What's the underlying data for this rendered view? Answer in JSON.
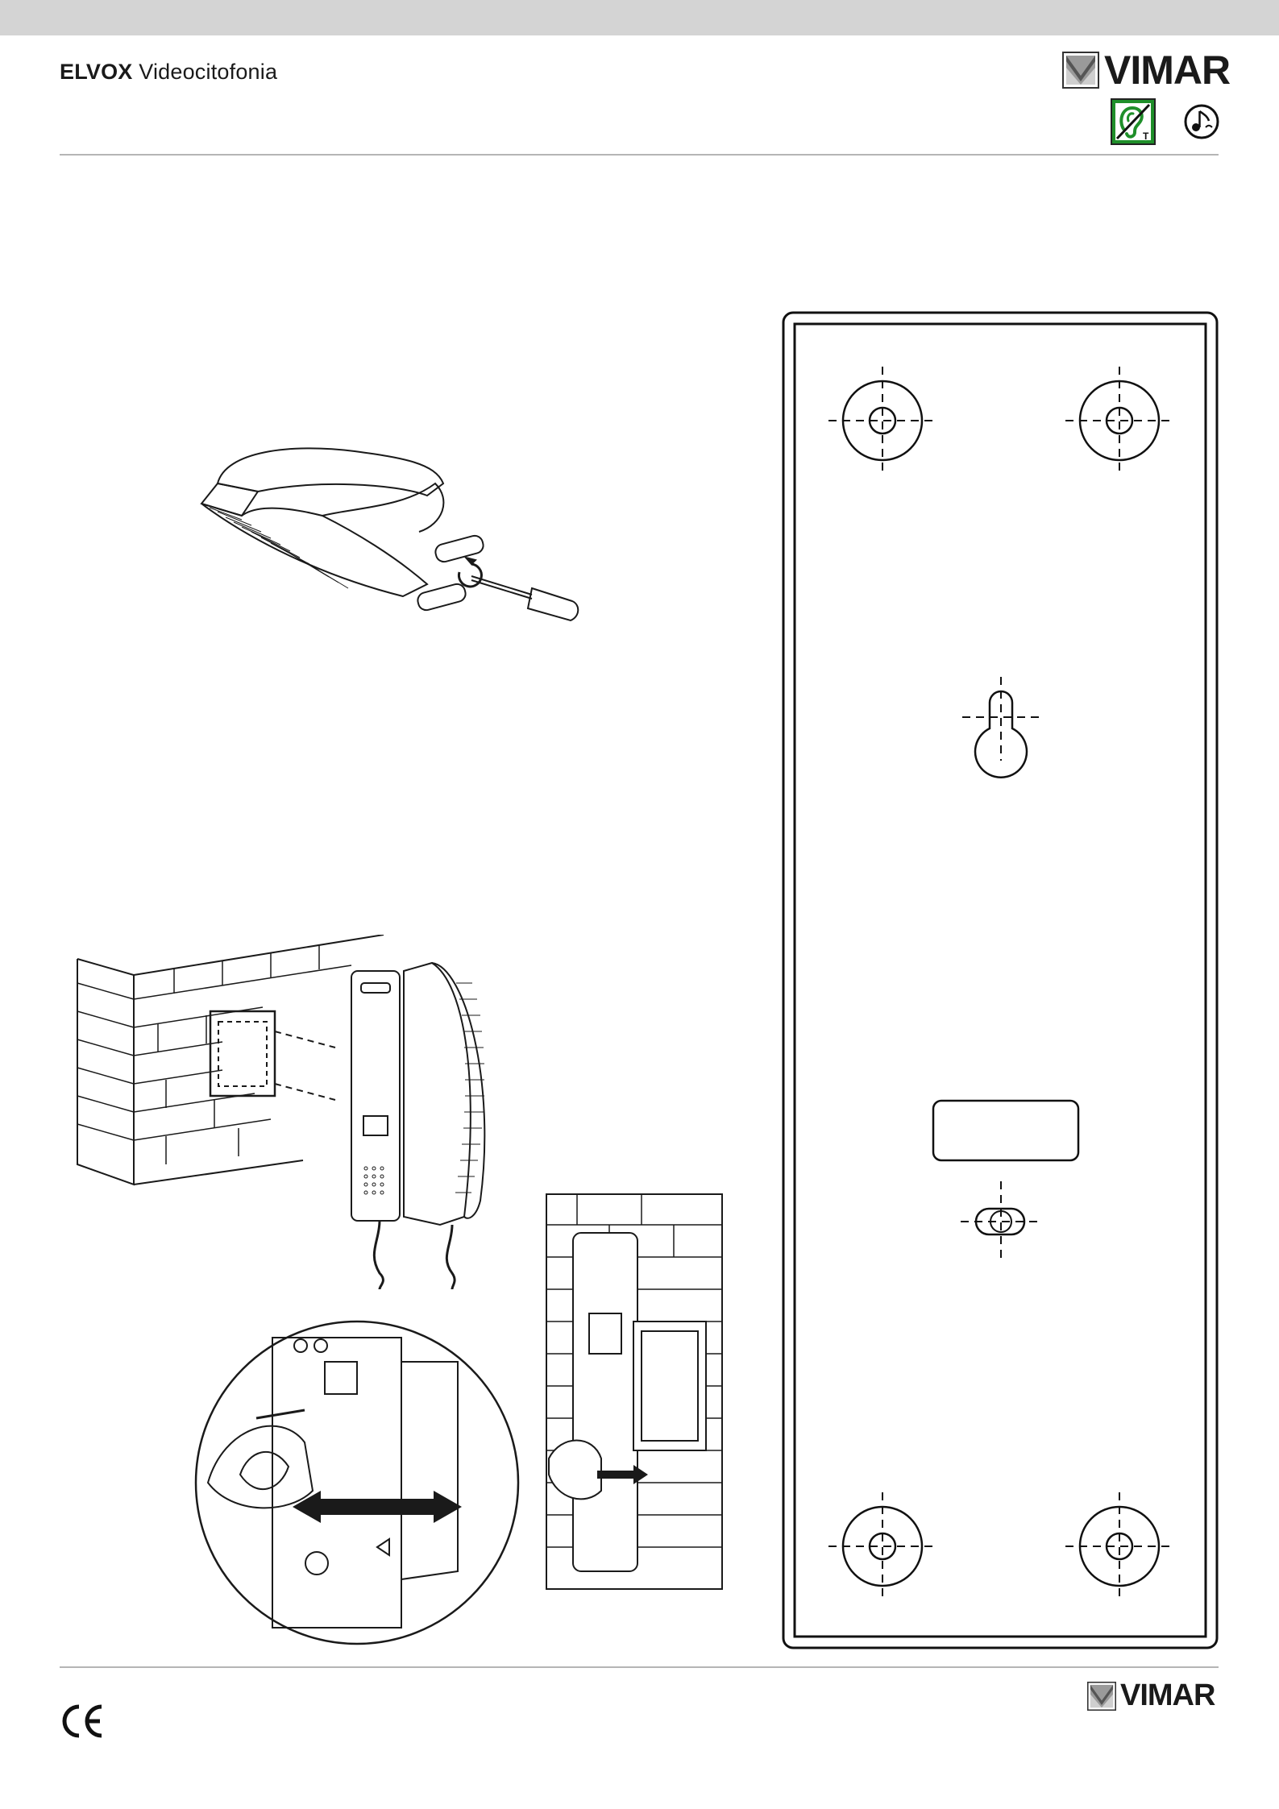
{
  "header": {
    "brand": "ELVOX",
    "product": "Videocitofonia"
  },
  "logo": {
    "text": "VIMAR"
  },
  "icons": [
    "hearing-aid-t-icon",
    "audio-signal-icon",
    "ce-mark-icon"
  ],
  "colors": {
    "top_bar": "#d4d4d4",
    "rule": "#b5b5b5",
    "hearing_icon_green": "#1f8f2a",
    "line_art": "#1a1a1a"
  }
}
